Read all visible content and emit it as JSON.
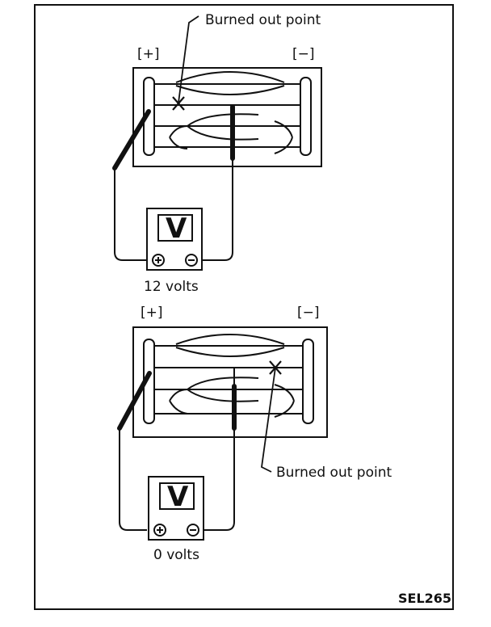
{
  "top_diagram": {
    "callout": "Burned out point",
    "terminal_positive": "[+]",
    "terminal_negative": "[−]",
    "meter_symbol": "V",
    "reading": "12 volts"
  },
  "bottom_diagram": {
    "callout": "Burned out point",
    "terminal_positive": "[+]",
    "terminal_negative": "[−]",
    "meter_symbol": "V",
    "reading": "0 volts"
  },
  "figure_code": "SEL265",
  "colors": {
    "ink": "#111111",
    "background": "#ffffff"
  }
}
